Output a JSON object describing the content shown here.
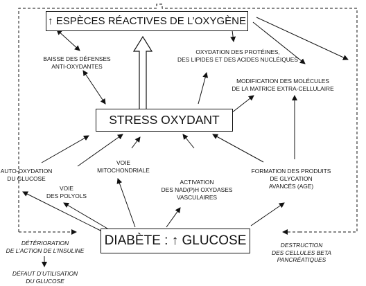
{
  "nodes": {
    "ros": "↑ ESPÈCES RÉACTIVES DE L’OXYGÈNE",
    "stress": "STRESS OXYDANT",
    "diabete": "DIABÈTE : ↑ GLUCOSE",
    "baisse": [
      "BAISSE DES DÉFENSES",
      "ANTI-OXYDANTES"
    ],
    "oxydation": [
      "OXYDATION DES PROTÉINES,",
      "DES LIPIDES ET DES ACIDES NUCLÉIQUES"
    ],
    "modification": [
      "MODIFICATION DES MOLÉCULES",
      "DE LA MATRICE EXTRA-CELLULAIRE"
    ],
    "auto": [
      "AUTO-OXYDATION",
      "DU GLUCOSE"
    ],
    "mito": [
      "VOIE",
      "MITOCHONDRIALE"
    ],
    "polyols": [
      "VOIE",
      "DES POLYOLS"
    ],
    "nadph": [
      "ACTIVATION",
      "DES NAD(P)H OXYDASES",
      "VASCULAIRES"
    ],
    "age": [
      "FORMATION DES PRODUITS",
      "DE GLYCATION",
      "AVANCÉS (AGE)"
    ],
    "deterioration": [
      "DÉTÉRIORATION",
      "DE L’ACTION DE L’INSULINE"
    ],
    "defaut": [
      "DÉFAUT D’UTILISATION",
      "DU GLUCOSE"
    ],
    "destruction": [
      "DESTRUCTION",
      "DES CELLULES BETA",
      "PANCRÉATIQUES"
    ]
  }
}
